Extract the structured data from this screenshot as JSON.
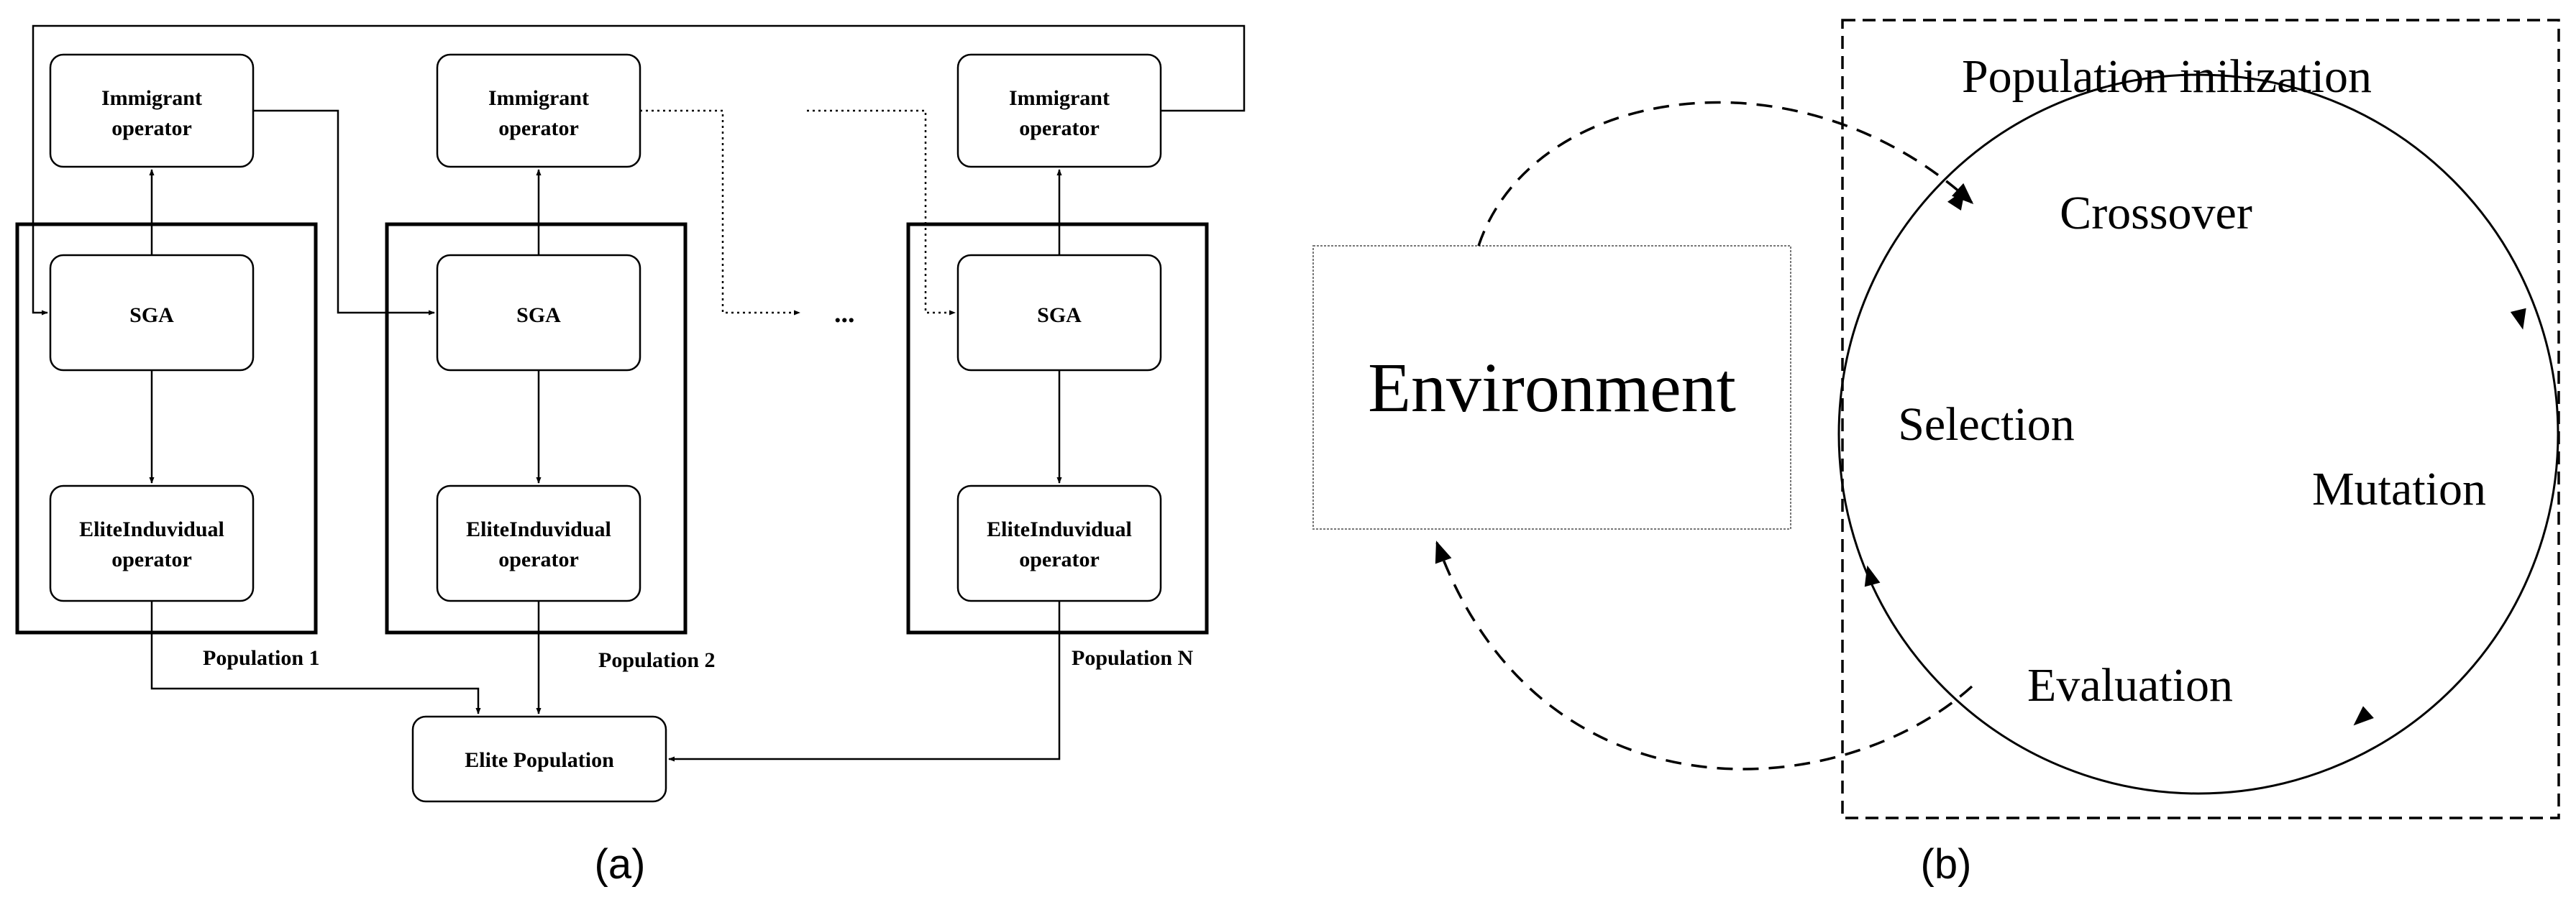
{
  "panel_a": {
    "immigrant_label": [
      "Immigrant",
      "operator"
    ],
    "sga_label": "SGA",
    "elite_op_label": [
      "EliteInduvidual",
      "operator"
    ],
    "populations": [
      "Population 1",
      "Population 2",
      "Population N"
    ],
    "ellipsis": "...",
    "elite_population": "Elite Population",
    "caption": "(a)"
  },
  "panel_b": {
    "environment": "Environment",
    "init": "Population inilization",
    "crossover": "Crossover",
    "mutation": "Mutation",
    "evaluation": "Evaluation",
    "selection": "Selection",
    "caption": "(b)"
  }
}
